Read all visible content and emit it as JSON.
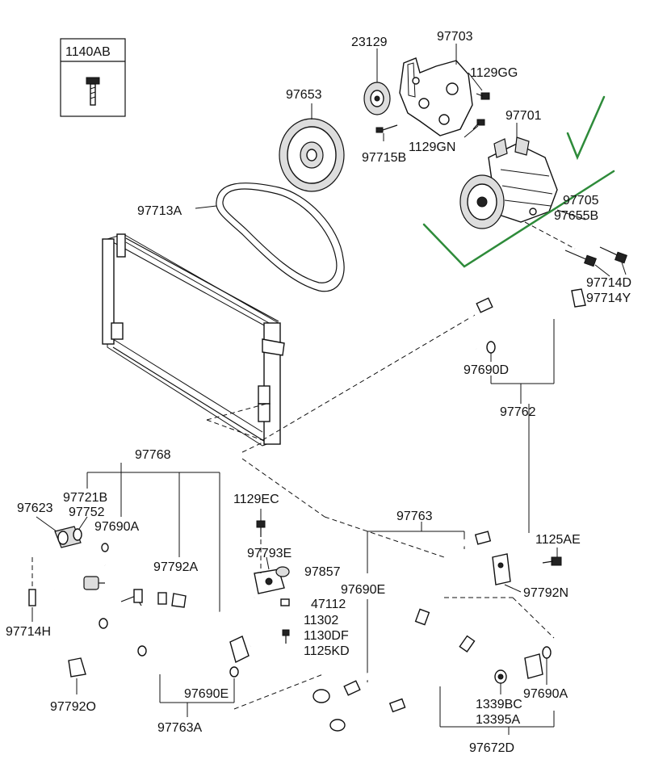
{
  "labels": {
    "l1140AB": "1140AB",
    "l23129": "23129",
    "l97703": "97703",
    "l1129GG": "1129GG",
    "l97653": "97653",
    "l97701": "97701",
    "l97715B": "97715B",
    "l1129GN": "1129GN",
    "l97713A": "97713A",
    "l97705": "97705",
    "l97655B": "97655B",
    "l97714D": "97714D",
    "l97714Y": "97714Y",
    "l97690D": "97690D",
    "l97762": "97762",
    "l97768": "97768",
    "l97721B": "97721B",
    "l97623": "97623",
    "l97752": "97752",
    "l97690A_top": "97690A",
    "l1129EC": "1129EC",
    "l97763": "97763",
    "l1125AE": "1125AE",
    "l97792A": "97792A",
    "l97793E": "97793E",
    "l97857": "97857",
    "l97690E_mid": "97690E",
    "l97792N": "97792N",
    "l47112": "47112",
    "l11302": "11302",
    "l1130DF": "1130DF",
    "l1125KD": "1125KD",
    "l97714H": "97714H",
    "l97690E_low": "97690E",
    "l97792O": "97792O",
    "l1339BC": "1339BC",
    "l97690A_low": "97690A",
    "l13395A": "13395A",
    "l97763A": "97763A",
    "l97672D": "97672D"
  },
  "colors": {
    "ink": "#111111",
    "annotation": "#2e8b3a"
  },
  "annotation": {
    "icon": "checkmark-icon"
  }
}
